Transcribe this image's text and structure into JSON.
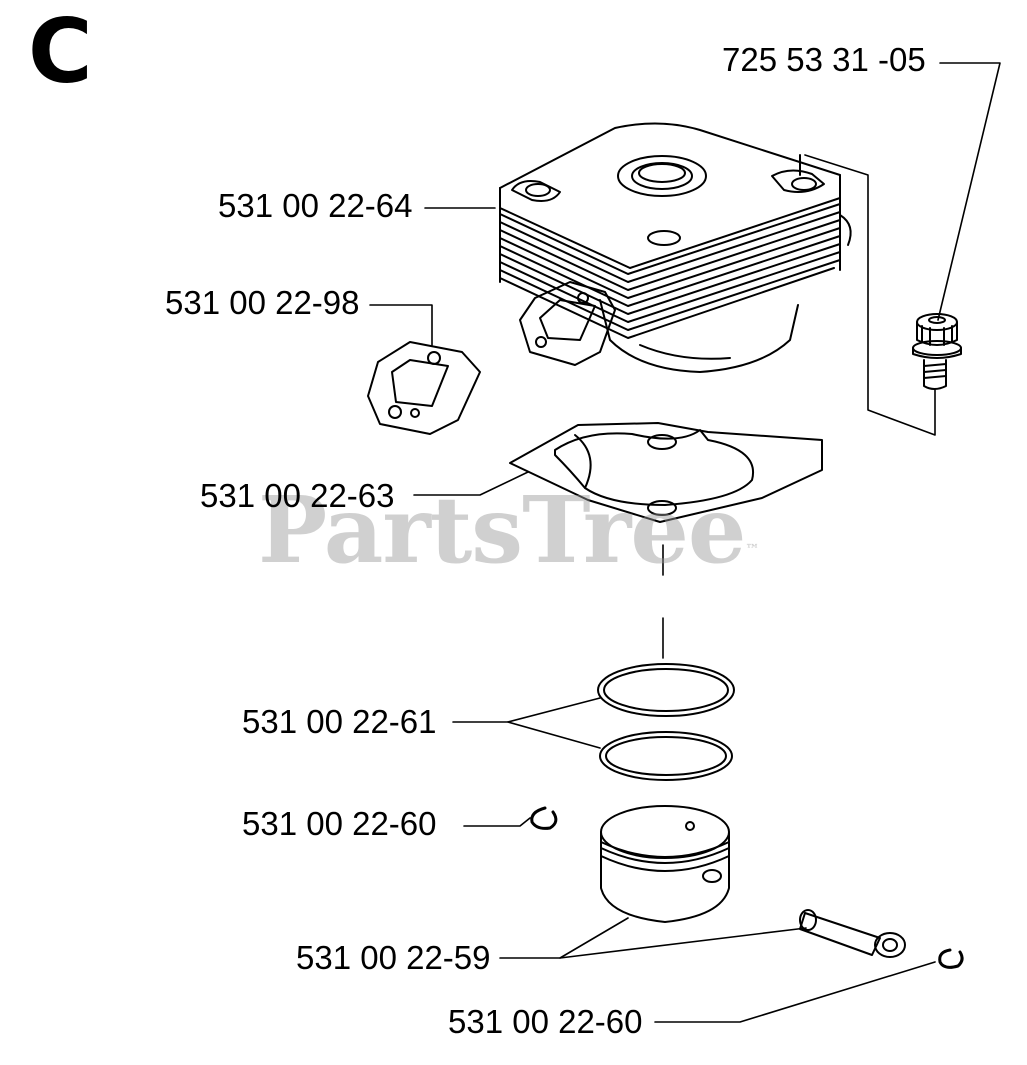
{
  "section": "C",
  "watermark": "PartsTree",
  "watermark_mark": "™",
  "parts": {
    "screw": "725 53 31 -05",
    "cylinder": "531 00 22-64",
    "intake_gasket": "531 00 22-98",
    "cylinder_gasket": "531 00 22-63",
    "piston_rings": "531 00 22-61",
    "retainer_left": "531 00 22-60",
    "piston_and_pin": "531 00 22-59",
    "retainer_right": "531 00 22-60"
  },
  "colors": {
    "ink": "#000000",
    "watermark": "#969696",
    "background": "#ffffff"
  }
}
